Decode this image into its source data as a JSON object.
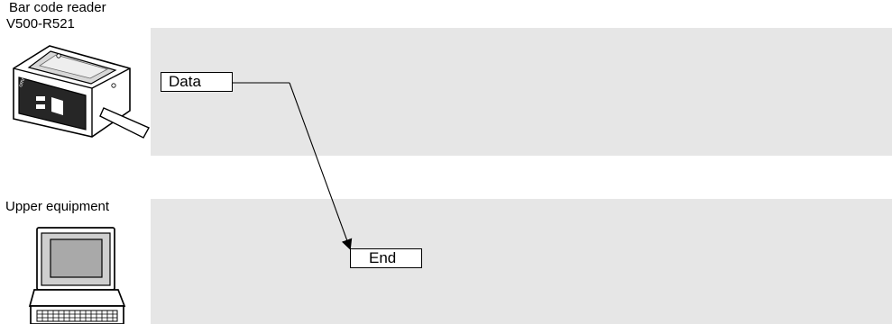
{
  "devices": {
    "reader": {
      "name_line1": "Bar code reader",
      "name_line2": "V500-R521",
      "brand_mark": "omron",
      "icon": "barcode-reader-icon"
    },
    "upper": {
      "name": "Upper equipment",
      "icon": "computer-terminal-icon"
    }
  },
  "messages": {
    "data": "Data",
    "end": "End"
  },
  "colors": {
    "lane_background": "#e6e6e6",
    "line": "#000000",
    "box_background": "#ffffff"
  }
}
